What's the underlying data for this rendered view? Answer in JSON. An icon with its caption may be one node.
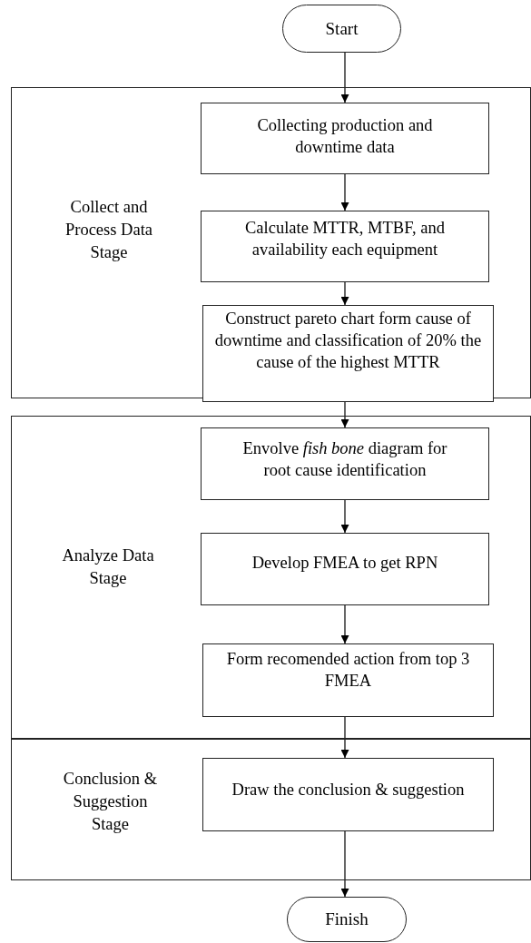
{
  "diagram": {
    "nodes": [
      {
        "text": [
          "Start"
        ]
      },
      {
        "text": [
          "Collect and Process Data Stage"
        ]
      },
      {
        "text": [
          "Collecting production and downtime data"
        ],
        "in": 1
      },
      {
        "text": [
          "Calculate MTTR, MTBF, and availability each equipment"
        ],
        "in": 1
      },
      {
        "text": [
          "Construct pareto chart form cause of downtime and classification of 20% the cause of the highest MTTR"
        ],
        "in": 1
      },
      {
        "text": [
          "Analyze Data Stage"
        ]
      },
      {
        "text": [
          "Envolve *fish bone* diagram for root cause identification"
        ],
        "in": 5
      },
      {
        "text": [
          "Develop FMEA to get RPN"
        ],
        "in": 5
      },
      {
        "text": [
          "Form recomended action from top 3 FMEA"
        ],
        "in": 5
      },
      {
        "text": [
          "Conclusion & Suggestion Stage"
        ]
      },
      {
        "text": [
          "Draw the conclusion & suggestion"
        ],
        "in": 9
      },
      {
        "text": [
          "Finish"
        ]
      }
    ],
    "edges": [
      {
        "from": 0,
        "to": 2,
        "arrow": "to"
      },
      {
        "from": 2,
        "to": 3,
        "arrow": "to"
      },
      {
        "from": 3,
        "to": 4,
        "arrow": "to"
      },
      {
        "from": 4,
        "to": 6,
        "arrow": "to"
      },
      {
        "from": 6,
        "to": 7,
        "arrow": "to"
      },
      {
        "from": 7,
        "to": 8,
        "arrow": "to"
      },
      {
        "from": 8,
        "to": 10,
        "arrow": "to"
      },
      {
        "from": 10,
        "to": 11,
        "arrow": "to"
      }
    ]
  }
}
